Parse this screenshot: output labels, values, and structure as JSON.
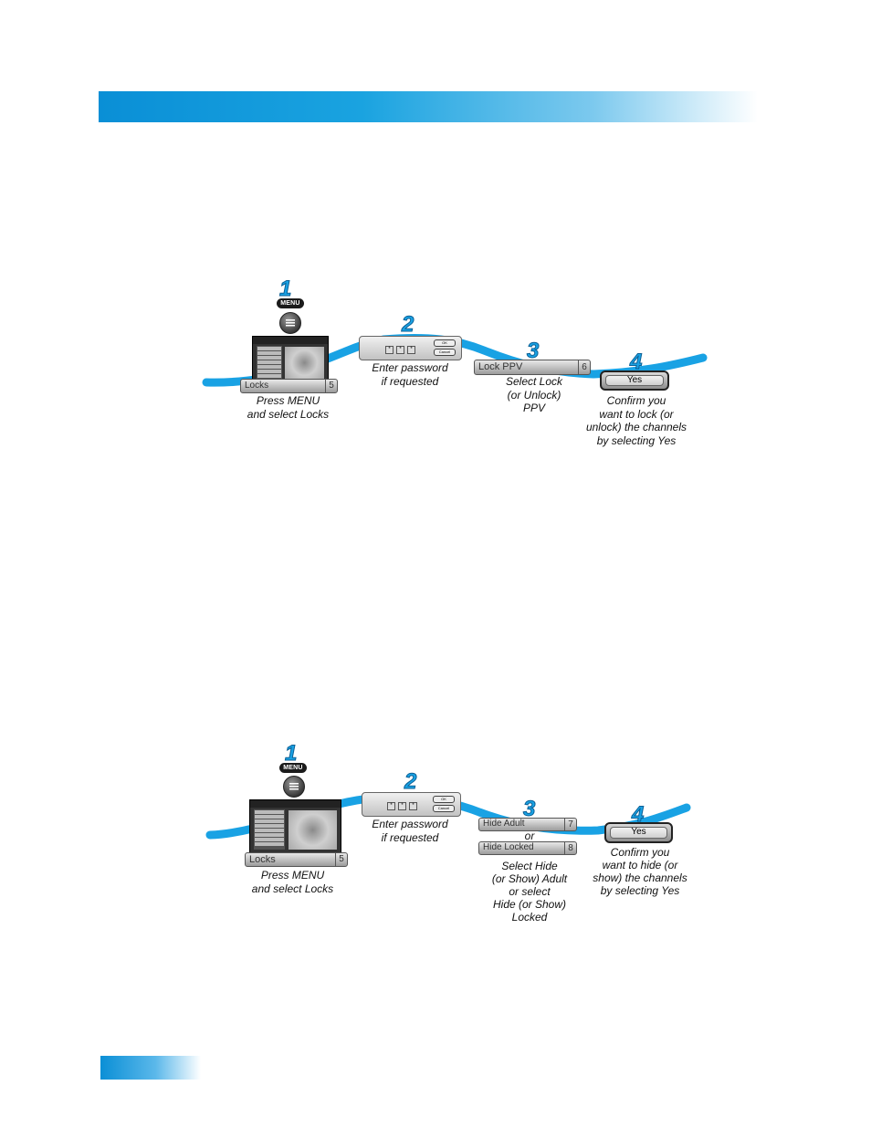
{
  "colors": {
    "accent": "#19a2e4",
    "band": "#19a2e4"
  },
  "diagram_top": {
    "step1": {
      "number": "1",
      "menu_label": "MENU",
      "selection_label": "Locks",
      "selection_number": "5",
      "caption": [
        "Press MENU",
        "and select Locks"
      ]
    },
    "step2": {
      "number": "2",
      "ok_label": "OK",
      "cancel_label": "Cancel",
      "caption": [
        "Enter password",
        "if requested"
      ]
    },
    "step3": {
      "number": "3",
      "selection_label": "Lock PPV",
      "selection_number": "6",
      "caption": [
        "Select Lock",
        "(or Unlock)",
        "PPV"
      ]
    },
    "step4": {
      "number": "4",
      "button_label": "Yes",
      "caption": [
        "Confirm you",
        "want to lock (or",
        "unlock) the channels",
        "by selecting Yes"
      ]
    }
  },
  "diagram_bottom": {
    "step1": {
      "number": "1",
      "menu_label": "MENU",
      "selection_label": "Locks",
      "selection_number": "5",
      "caption": [
        "Press MENU",
        "and select Locks"
      ]
    },
    "step2": {
      "number": "2",
      "ok_label": "OK",
      "cancel_label": "Cancel",
      "caption": [
        "Enter password",
        "if requested"
      ]
    },
    "step3": {
      "number": "3",
      "option1_label": "Hide Adult",
      "option1_number": "7",
      "or_label": "or",
      "option2_label": "Hide Locked",
      "option2_number": "8",
      "caption": [
        "Select Hide",
        "(or Show) Adult",
        "or select",
        "Hide (or Show)",
        "Locked"
      ]
    },
    "step4": {
      "number": "4",
      "button_label": "Yes",
      "caption": [
        "Confirm you",
        "want to hide (or",
        "show) the channels",
        "by selecting Yes"
      ]
    }
  }
}
